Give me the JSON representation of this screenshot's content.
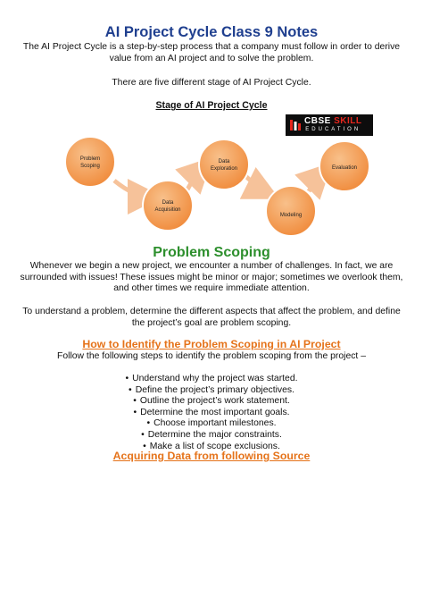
{
  "title": "AI Project Cycle Class 9 Notes",
  "intro": {
    "line1": "The AI Project Cycle is a step-by-step process that a company must follow in order to derive",
    "line2": "value from an AI project and to solve the problem."
  },
  "stages_count_text": "There are five different stage of AI Project Cycle.",
  "diagram_title": "Stage of AI Project Cycle",
  "logo": {
    "word1": "CBSE",
    "word2": "SKILL",
    "subline": "EDUCATION"
  },
  "diagram": {
    "stages": [
      {
        "line1": "Problem",
        "line2": "Scoping"
      },
      {
        "line1": "Data",
        "line2": "Acquisition"
      },
      {
        "line1": "Data",
        "line2": "Exploration"
      },
      {
        "line1": "Modeling",
        "line2": ""
      },
      {
        "line1": "Evaluation",
        "line2": ""
      }
    ],
    "circle_color": "#f4a15b",
    "arrow_color": "#f6c29a"
  },
  "section_heading": "Problem Scoping",
  "para1": {
    "line1": "Whenever we begin a new project, we encounter a number of challenges. In fact, we are",
    "line2": "surrounded with issues! These issues might be minor or major; sometimes we overlook them,",
    "line3": "and other times we require immediate attention."
  },
  "para2": {
    "line1": "To understand a problem, determine the different aspects that affect the problem, and define",
    "line2": "the project’s goal are problem scoping."
  },
  "identify_heading": "How to Identify the Problem Scoping in AI Project",
  "follow_text": "Follow the following steps to identify the problem scoping from the project –",
  "steps": [
    "Understand why the project was started.",
    "Define the project’s primary objectives.",
    "Outline the project’s work statement.",
    "Determine the most important goals.",
    "Choose important milestones.",
    "Determine the major constraints.",
    "Make a list of scope exclusions."
  ],
  "bullet": "•",
  "acquiring_heading": "Acquiring Data from following Source",
  "colors": {
    "title": "#1f3f8f",
    "green_heading": "#2d8f2d",
    "orange_heading": "#e5731a",
    "logo_accent": "#e6261d"
  }
}
